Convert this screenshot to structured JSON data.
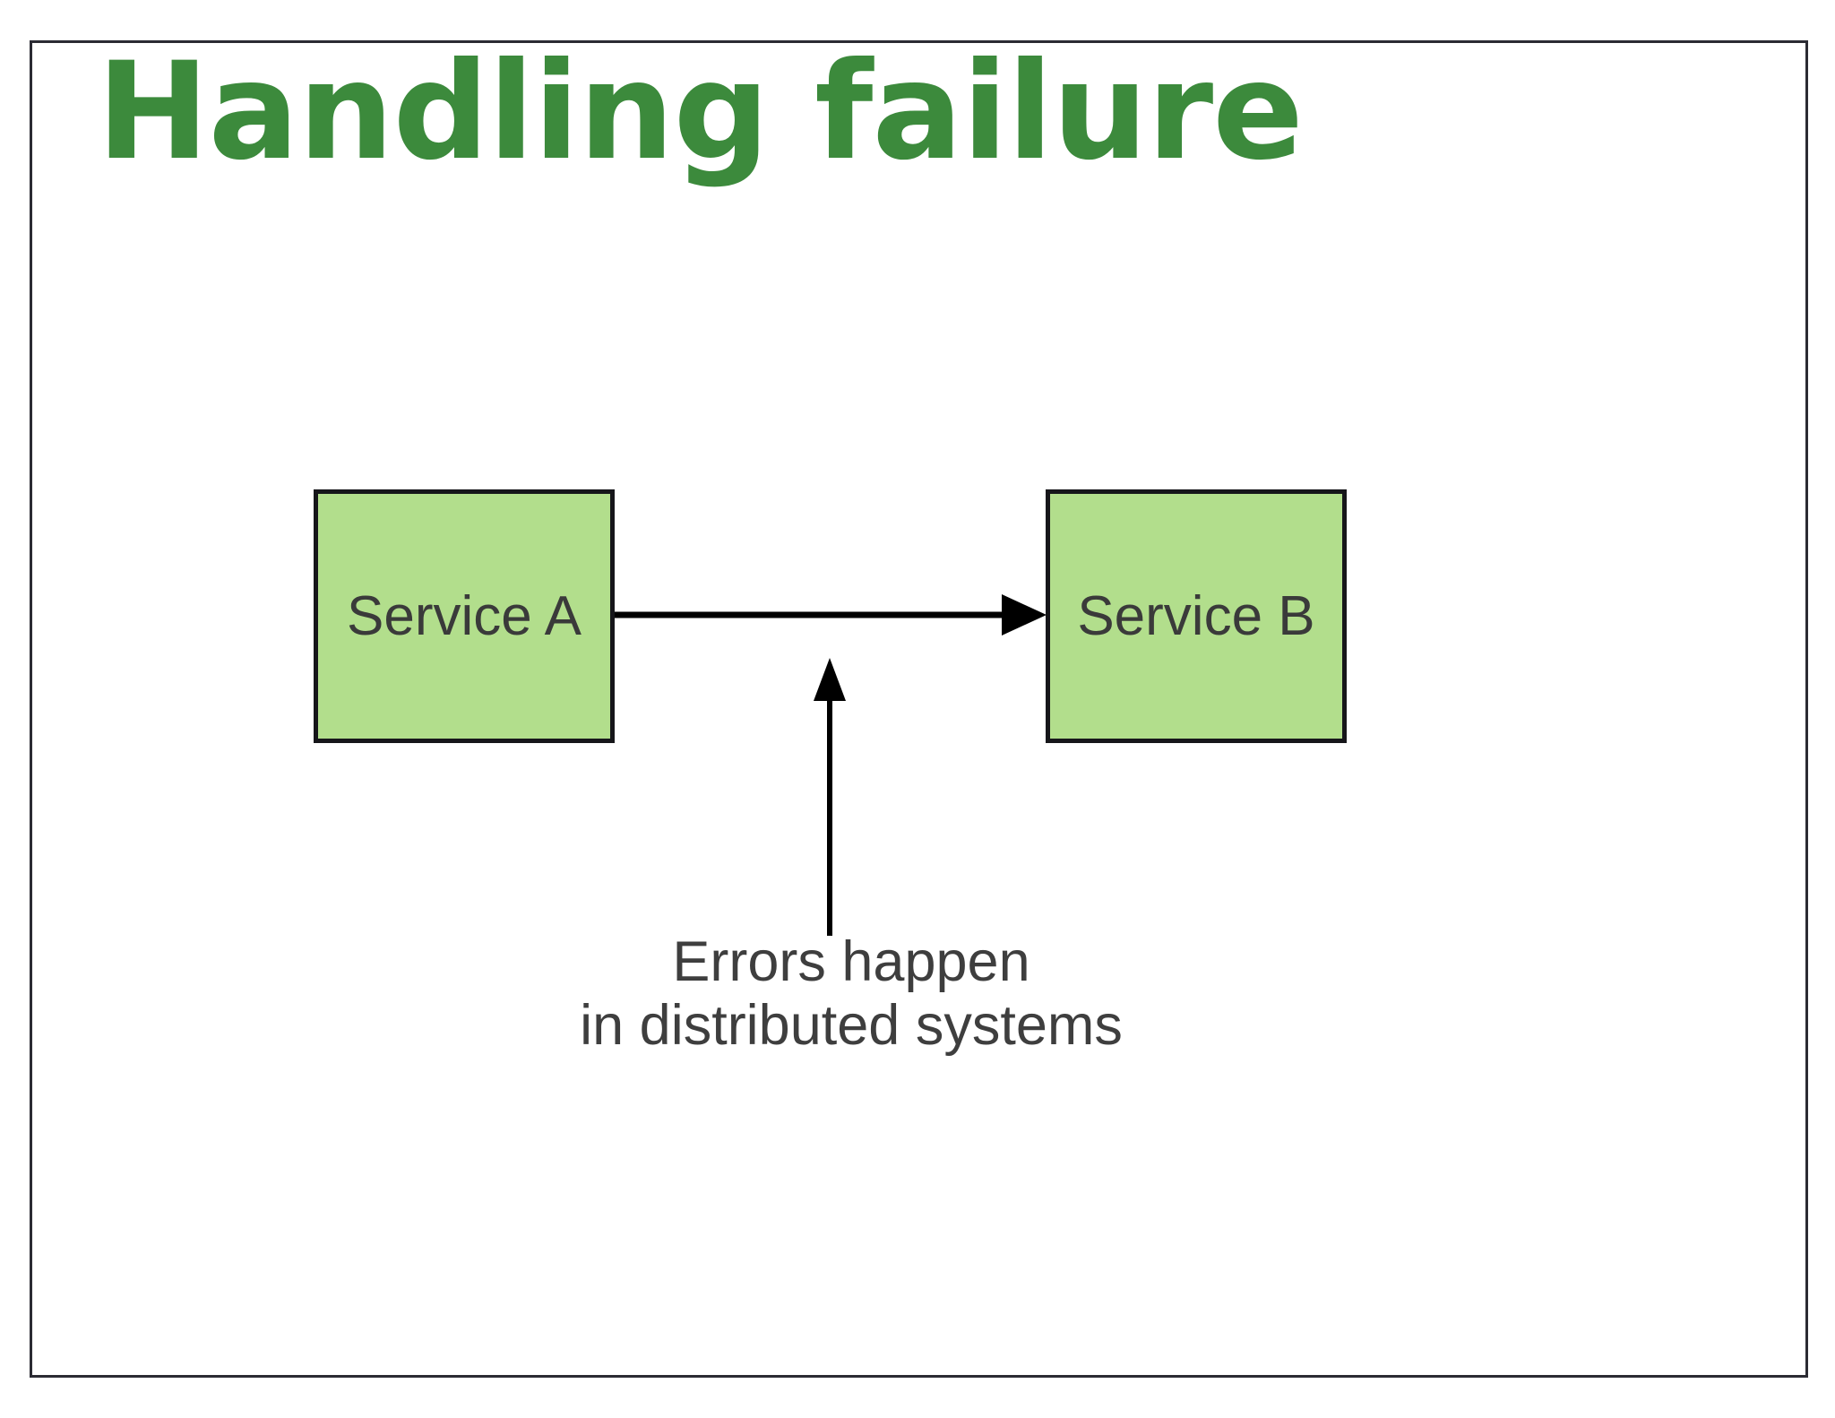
{
  "slide": {
    "title": "Handling failure",
    "title_color": "#3c8a3c",
    "background_color": "#ffffff",
    "border_color": "#2b2b33"
  },
  "diagram": {
    "type": "flow",
    "node_fill_color": "#b2de8c",
    "node_border_color": "#16161a",
    "node_label_color": "#3a3a3a",
    "nodes": [
      {
        "id": "service-a",
        "label": "Service A"
      },
      {
        "id": "service-b",
        "label": "Service B"
      }
    ],
    "edges": [
      {
        "id": "a-to-b",
        "from": "service-a",
        "to": "service-b",
        "arrowhead": "filled-triangle"
      },
      {
        "id": "callout-pointer",
        "from": "annotation",
        "to": "a-to-b",
        "arrowhead": "filled-triangle"
      }
    ],
    "annotation": {
      "lines": [
        "Errors happen",
        "in distributed systems"
      ],
      "color": "#3e3e3e"
    }
  }
}
